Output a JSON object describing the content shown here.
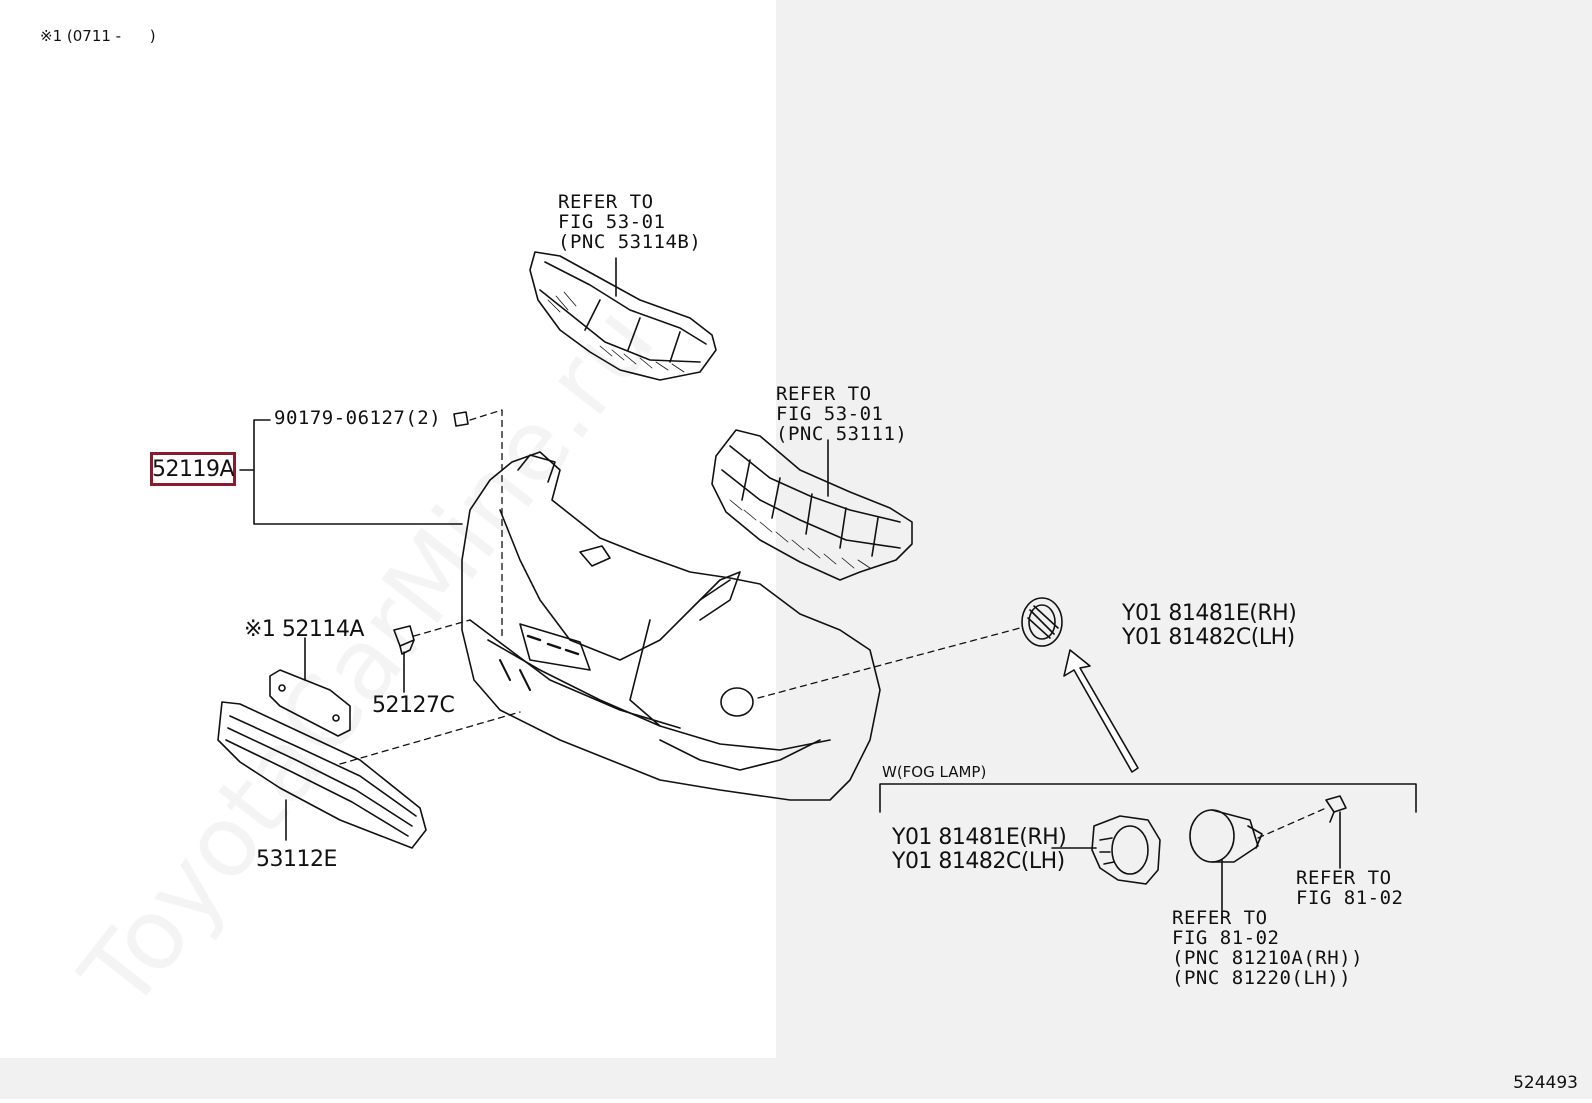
{
  "header_note": "※1 (0711 -      )",
  "watermark": "ToyotaCarMine.ru",
  "doc_number": "524493",
  "selected_part": "52119A",
  "callouts": {
    "upper_grille_ref": [
      "REFER TO",
      "FIG 53-01",
      "(PNC 53114B)"
    ],
    "main_grille_ref": [
      "REFER TO",
      "FIG 53-01",
      "(PNC 53111)"
    ],
    "clip": "90179-06127(2)",
    "bracket": "※1 52114A",
    "clip_2": "52127C",
    "lower_grille": "53112E",
    "fog_cover_top": [
      "Y01 81481E(RH)",
      "Y01 81482C(LH)"
    ],
    "fog_section_title": "W(FOG LAMP)",
    "fog_cover_bottom": [
      "Y01 81481E(RH)",
      "Y01 81482C(LH)"
    ],
    "fog_bolt_ref": [
      "REFER TO",
      "FIG 81-02"
    ],
    "fog_lamp_ref": [
      "REFER TO",
      "FIG 81-02",
      "(PNC 81210A(RH))",
      "(PNC 81220(LH))"
    ]
  },
  "colors": {
    "highlight": "#8b1a2e",
    "line": "#111111",
    "panel": "#f1f1f1"
  }
}
